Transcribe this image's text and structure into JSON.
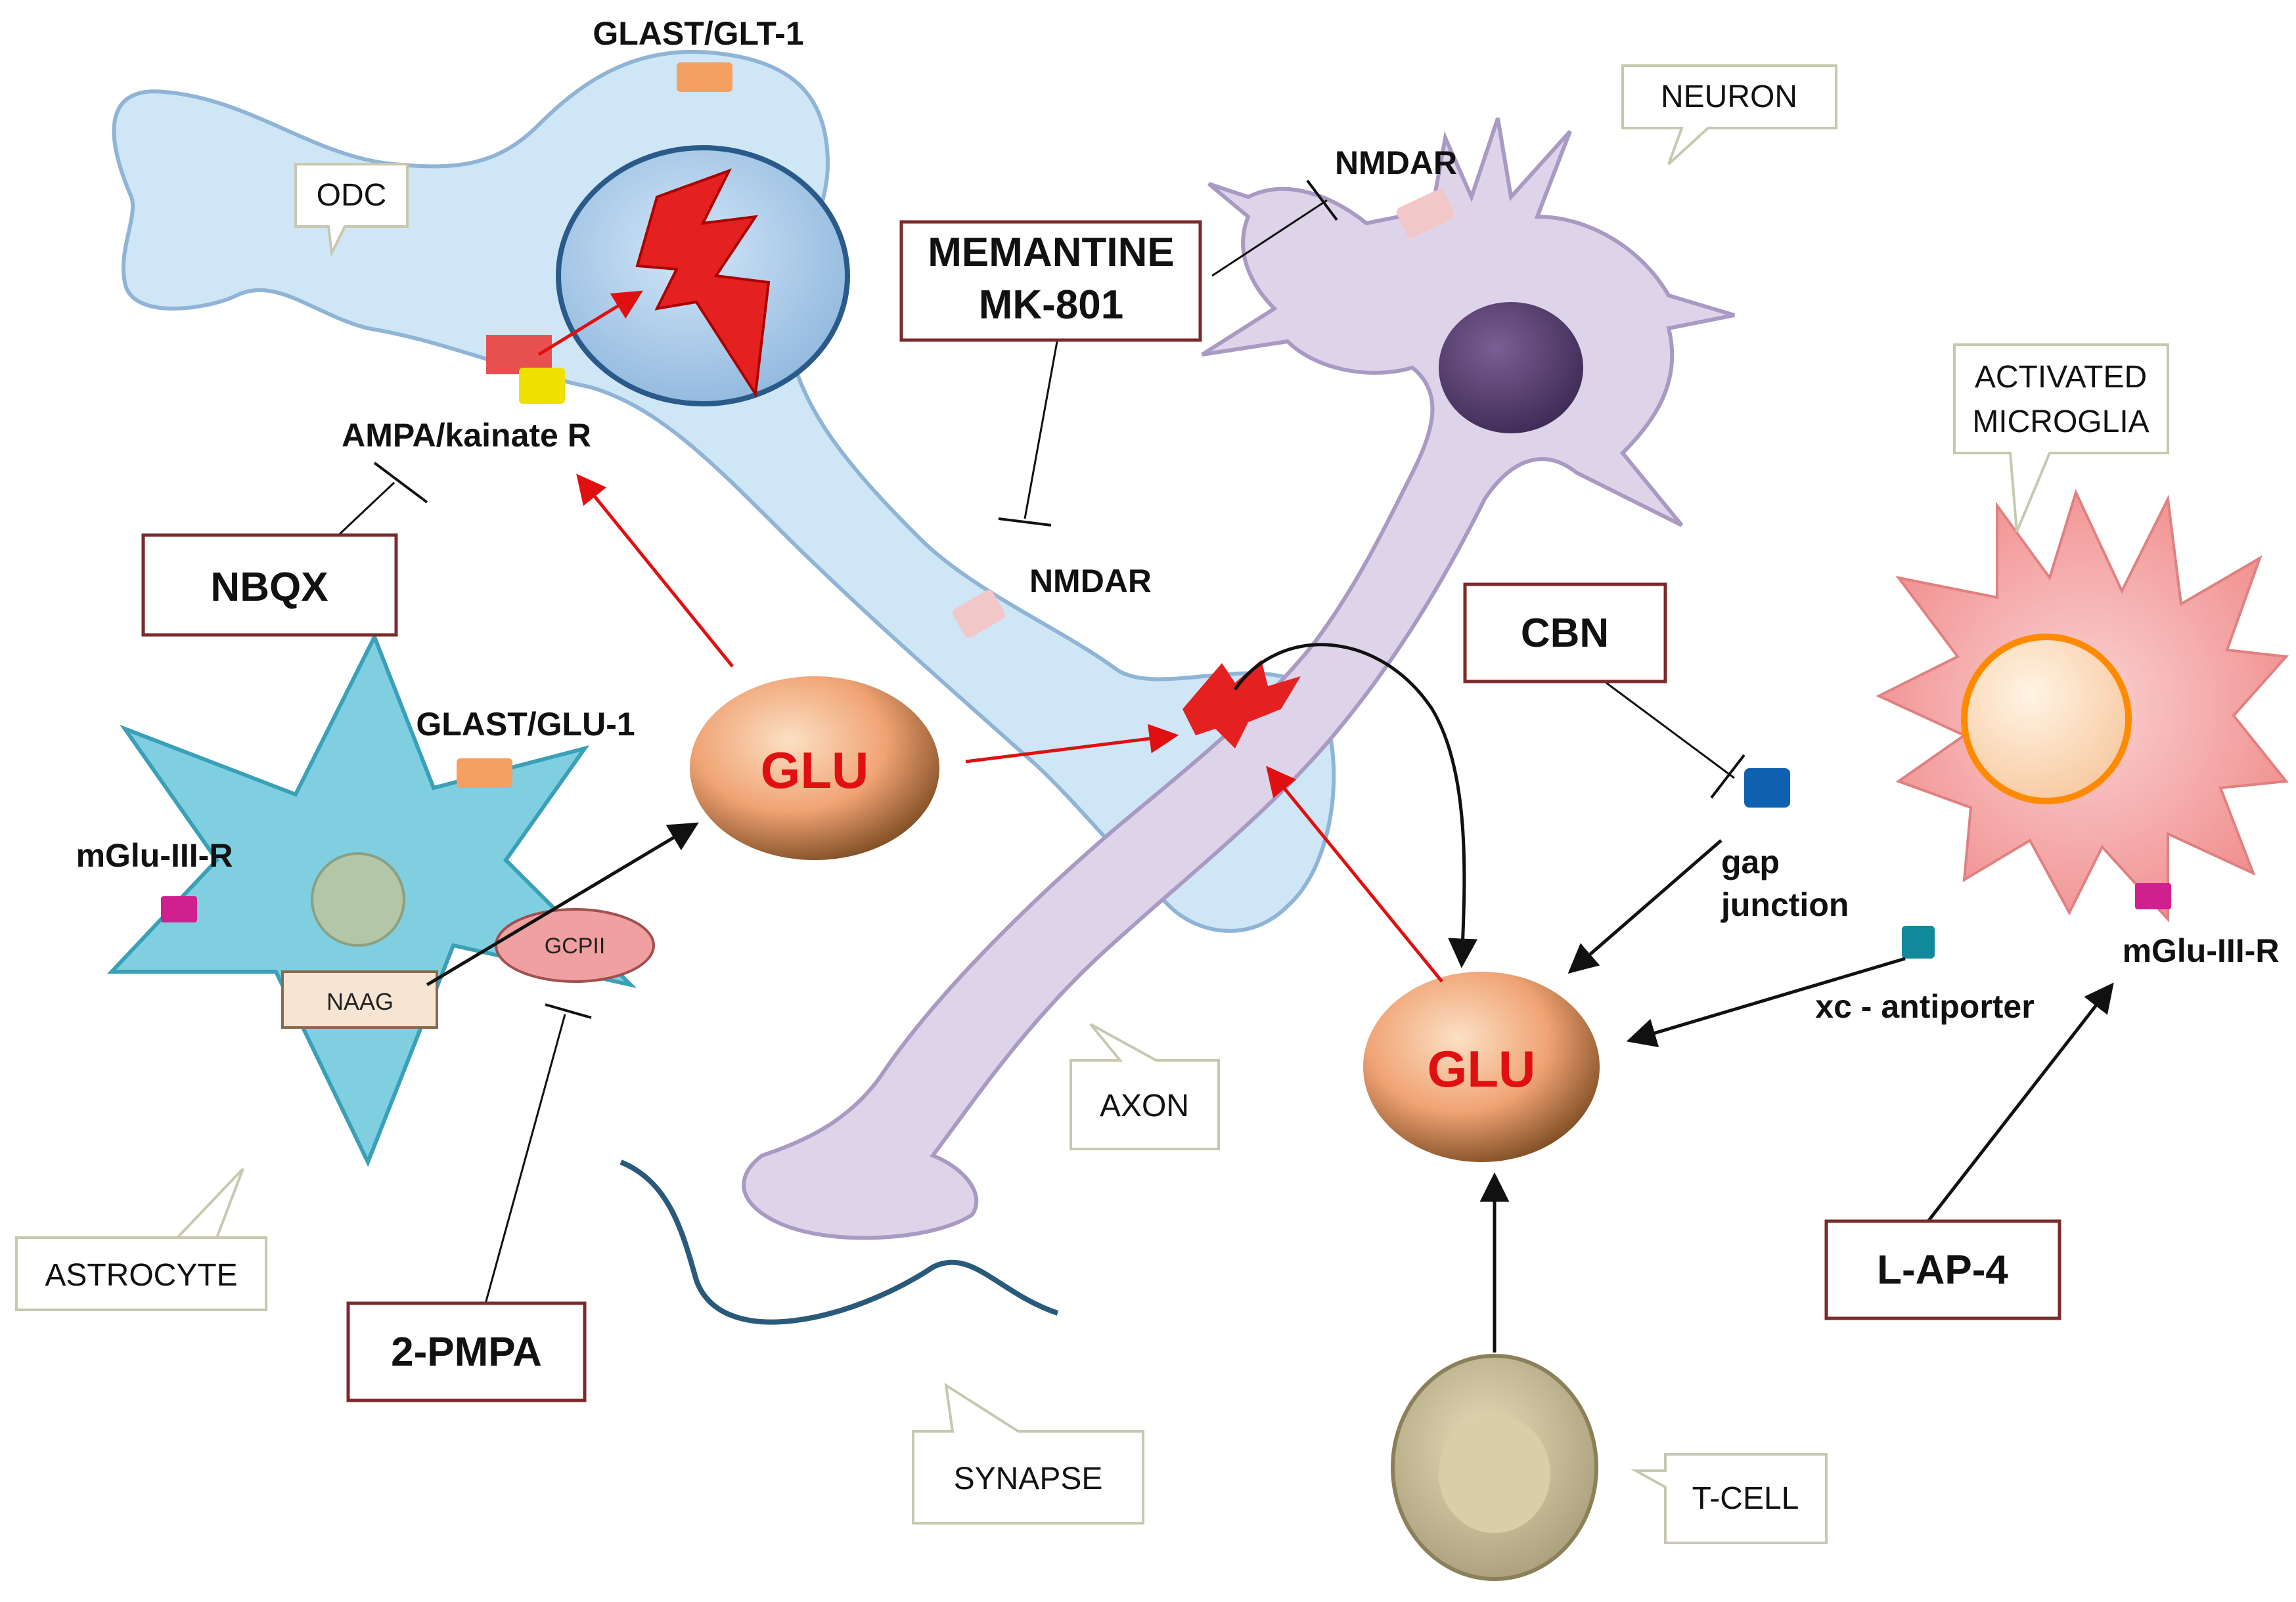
{
  "callouts": {
    "odc": "ODC",
    "neuron": "NEURON",
    "activated_microglia_line1": "ACTIVATED",
    "activated_microglia_line2": "MICROGLIA",
    "astrocyte": "ASTROCYTE",
    "axon": "AXON",
    "synapse": "SYNAPSE",
    "t_cell": "T-CELL"
  },
  "drug_boxes": {
    "nbqx": "NBQX",
    "memantine_line1": "MEMANTINE",
    "memantine_line2": "MK-801",
    "cbn": "CBN",
    "pmpa": "2-PMPA",
    "lap4": "L-AP-4"
  },
  "receptors": {
    "glast_glt1": "GLAST/GLT-1",
    "ampa_kainate": "AMPA/kainate R",
    "nmdar_top": "NMDAR",
    "nmdar_mid": "NMDAR",
    "glast_glu1": "GLAST/GLU-1",
    "mglu_left": "mGlu-III-R",
    "mglu_right": "mGlu-III-R",
    "gap_junction_line1": "gap",
    "gap_junction_line2": "junction",
    "xc_antiporter": "xc - antiporter"
  },
  "molecules": {
    "glu_left": "GLU",
    "glu_right": "GLU",
    "naag": "NAAG",
    "gcpii": "GCPII"
  },
  "colors": {
    "odc_fill": "#cfe6f7",
    "neuron_fill": "#ddd4ea",
    "astrocyte_fill": "#7fcfe0",
    "microglia_fill": "#f4a0a0",
    "drug_box_border": "#7a2a2a",
    "activation_arrow": "#e01010",
    "inhibition_line": "#111111"
  }
}
